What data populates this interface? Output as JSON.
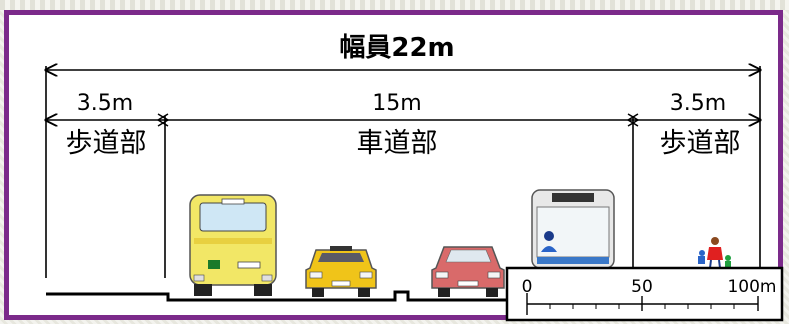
{
  "title": "幅員22m",
  "segments": {
    "left": {
      "width": "3.5m",
      "name": "歩道部"
    },
    "center": {
      "width": "15m",
      "name": "車道部"
    },
    "right": {
      "width": "3.5m",
      "name": "歩道部"
    }
  },
  "scale_bar": {
    "labels": [
      "0",
      "50",
      "100m"
    ]
  },
  "colors": {
    "frame": "#7b2a8a",
    "bus": "#f2e766",
    "taxi": "#f0c419",
    "car": "#d96a6a",
    "bus2": "#e8e8e8"
  }
}
